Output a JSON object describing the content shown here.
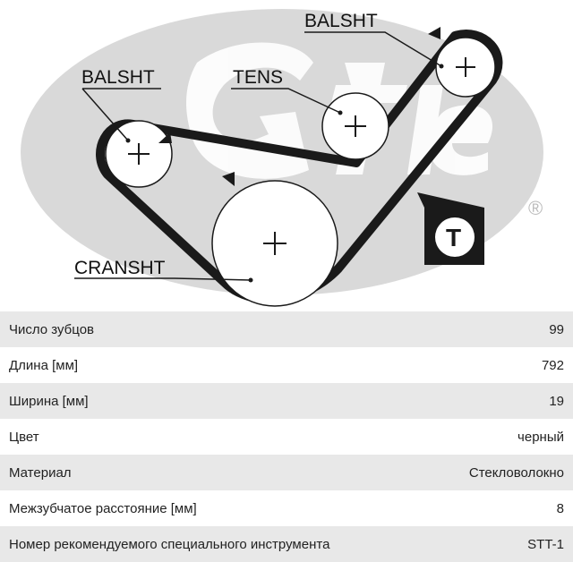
{
  "diagram": {
    "brand_mark": "®",
    "labels": {
      "balsht_left": "BALSHT",
      "balsht_right": "BALSHT",
      "tens": "TENS",
      "cranksht": "CRANSHT",
      "tool_badge": "T"
    },
    "colors": {
      "belt": "#1a1a1a",
      "watermark": "#d9d9d9",
      "background": "#ffffff"
    }
  },
  "specs": [
    {
      "name": "Число зубцов",
      "value": "99"
    },
    {
      "name": "Длина [мм]",
      "value": "792"
    },
    {
      "name": "Ширина [мм]",
      "value": "19"
    },
    {
      "name": "Цвет",
      "value": "черный"
    },
    {
      "name": "Материал",
      "value": "Стекловолокно"
    },
    {
      "name": "Межзубчатое расстояние [мм]",
      "value": "8"
    },
    {
      "name": "Номер рекомендуемого специального инструмента",
      "value": "STT-1"
    }
  ]
}
